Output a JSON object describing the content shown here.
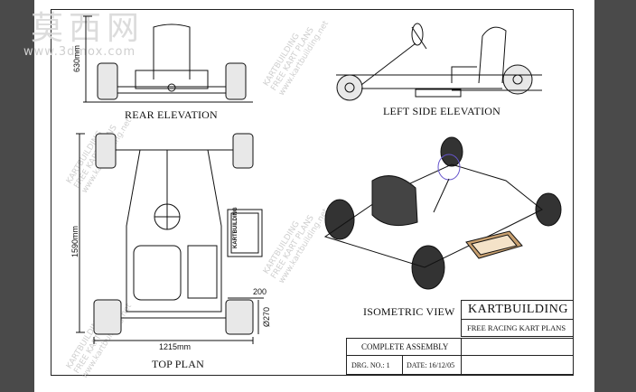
{
  "watermark": {
    "brand": "莫西网",
    "url": "www.3dmox.com"
  },
  "watermark_diag": {
    "line1": "KARTBUILDING",
    "line2": "FREE KART PLANS",
    "line3": "www.kartbuilding.net"
  },
  "views": {
    "rear": "REAR ELEVATION",
    "left": "LEFT SIDE ELEVATION",
    "top": "TOP PLAN",
    "iso": "ISOMETRIC VIEW"
  },
  "dimensions": {
    "height": "630mm",
    "length": "1590mm",
    "width": "1215mm",
    "wheel_width": "200",
    "wheel_dia": "Ø270"
  },
  "title_block": {
    "brand": "KARTBUILDING",
    "subtitle": "FREE RACING KART PLANS",
    "assembly": "COMPLETE ASSEMBLY",
    "drg_label": "DRG. NO.: 1",
    "date_label": "DATE: 16/12/05"
  },
  "plate_label": "KARTBUILDING"
}
